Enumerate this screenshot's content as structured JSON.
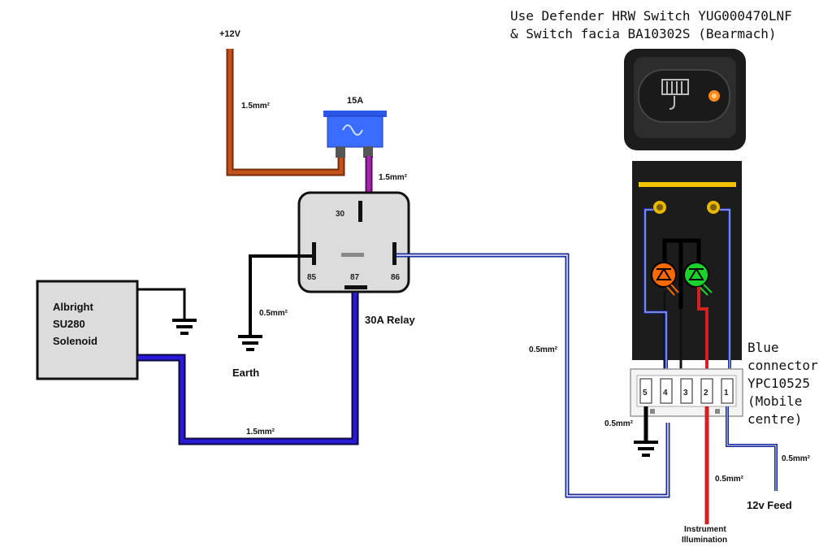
{
  "header": {
    "line1": "Use Defender HRW Switch YUG000470LNF",
    "line2": "& Switch facia BA10302S (Bearmach)"
  },
  "supply": {
    "label": "+12V",
    "wire": "1.5mm²"
  },
  "fuse": {
    "rating": "15A",
    "wire": "1.5mm²"
  },
  "relay": {
    "title": "30A Relay",
    "pins": {
      "p30": "30",
      "p85": "85",
      "p87": "87",
      "p86": "86"
    }
  },
  "earth": {
    "label": "Earth",
    "wire": "0.5mm²"
  },
  "solenoid": {
    "line1": "Albright",
    "line2": "SU280",
    "line3": "Solenoid",
    "wire": "1.5mm²"
  },
  "signal_wire": {
    "label": "0.5mm²"
  },
  "connector": {
    "line1": "Blue",
    "line2": "connector",
    "line3": "YPC10525",
    "line4": "(Mobile",
    "line5": "centre)",
    "pins": [
      "5",
      "4",
      "3",
      "2",
      "1"
    ],
    "earth_wire": "0.5mm²"
  },
  "feed": {
    "label": "12v Feed",
    "wire": "0.5mm²"
  },
  "illumination": {
    "line1": "Instrument",
    "line2": "Illumination",
    "wire": "0.5mm²"
  },
  "colors": {
    "wire_brown": "#b5410f",
    "wire_purple": "#8b1b8f",
    "wire_blue": "#2a1ad6",
    "wire_black": "#000000",
    "wire_red": "#d42020",
    "fuse_blue": "#3a6cff",
    "led_orange": "#ff6a00",
    "led_green": "#19d22b",
    "switch_body": "#1c1c1c"
  }
}
